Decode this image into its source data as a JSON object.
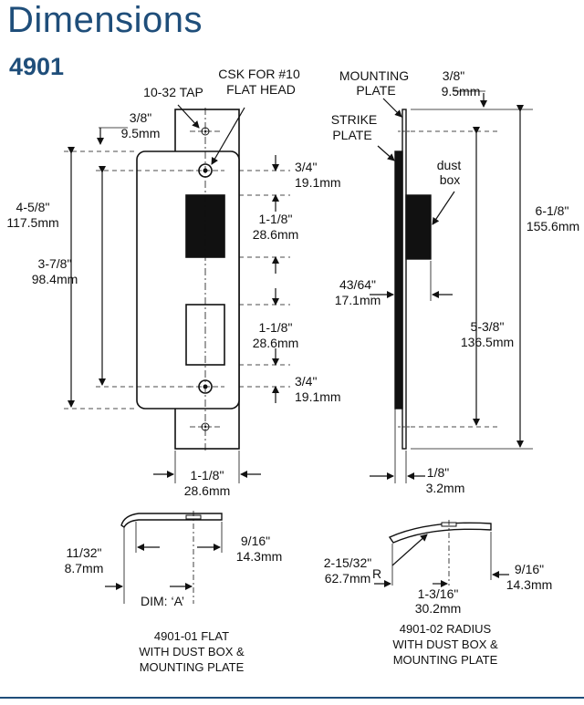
{
  "page": {
    "title": "Dimensions",
    "model": "4901",
    "accent_color": "#1f4e7a"
  },
  "front_view": {
    "csk_label_1": "CSK FOR #10",
    "csk_label_2": "FLAT HEAD",
    "tap_label": "10-32 TAP",
    "top_offset": {
      "in": "3/8\"",
      "mm": "9.5mm"
    },
    "overall_height": {
      "in": "4-5/8\"",
      "mm": "117.5mm"
    },
    "screw_spacing": {
      "in": "3-7/8\"",
      "mm": "98.4mm"
    },
    "top_screw_dim": {
      "in": "3/4\"",
      "mm": "19.1mm"
    },
    "upper_opening": {
      "in": "1-1/8\"",
      "mm": "28.6mm"
    },
    "lower_opening": {
      "in": "1-1/8\"",
      "mm": "28.6mm"
    },
    "bottom_screw_dim": {
      "in": "3/4\"",
      "mm": "19.1mm"
    },
    "width": {
      "in": "1-1/8\"",
      "mm": "28.6mm"
    }
  },
  "side_view": {
    "mounting_plate_label_1": "MOUNTING",
    "mounting_plate_label_2": "PLATE",
    "strike_plate_label_1": "STRIKE",
    "strike_plate_label_2": "PLATE",
    "top_offset": {
      "in": "3/8\"",
      "mm": "9.5mm"
    },
    "dust_box_label_1": "dust",
    "dust_box_label_2": "box",
    "overall_height": {
      "in": "6-1/8\"",
      "mm": "155.6mm"
    },
    "depth": {
      "in": "43/64\"",
      "mm": "17.1mm"
    },
    "hole_spacing": {
      "in": "5-3/8\"",
      "mm": "136.5mm"
    },
    "thickness": {
      "in": "1/8\"",
      "mm": "3.2mm"
    }
  },
  "flat_lip": {
    "lip_length": {
      "in": "9/16\"",
      "mm": "14.3mm"
    },
    "lip_offset": {
      "in": "11/32\"",
      "mm": "8.7mm"
    },
    "dim_label": "DIM: ‘A’",
    "caption": [
      "4901-01 FLAT",
      "WITH DUST BOX &",
      "MOUNTING PLATE"
    ]
  },
  "radius_lip": {
    "radius": {
      "in": "2-15/32\"",
      "mm": "62.7mm"
    },
    "radius_symbol": "R",
    "lip_offset": {
      "in": "1-3/16\"",
      "mm": "30.2mm"
    },
    "lip_length": {
      "in": "9/16\"",
      "mm": "14.3mm"
    },
    "caption": [
      "4901-02 RADIUS",
      "WITH DUST BOX &",
      "MOUNTING PLATE"
    ]
  }
}
